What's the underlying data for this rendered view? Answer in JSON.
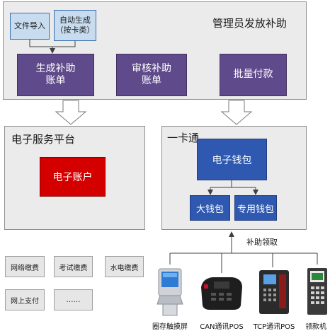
{
  "top_panel": {
    "title": "管理员发放补助",
    "file_import": "文件导入",
    "auto_generate_line1": "自动生成",
    "auto_generate_line2": "（按卡类）",
    "generate_line1": "生成补助",
    "generate_line2": "账单",
    "review_line1": "审核补助",
    "review_line2": "账单",
    "batch_pay": "批量付款"
  },
  "service_panel": {
    "title": "电子服务平台",
    "account": "电子账户"
  },
  "card_panel": {
    "title": "一卡通",
    "wallet": "电子钱包",
    "big_wallet": "大钱包",
    "special_wallet": "专用钱包"
  },
  "services": {
    "items": [
      "网络缴费",
      "考试缴费",
      "水电缴费",
      "网上支付",
      "……"
    ]
  },
  "subsidy_label": "补助领取",
  "devices": {
    "kiosk": "圈存触摸屏",
    "can_pos": "CAN通讯POS",
    "tcp_pos": "TCP通讯POS",
    "receiver": "领款机"
  },
  "colors": {
    "panel_bg": "#ebebeb",
    "purple": "#5f4a8b",
    "blue": "#2f59b0",
    "light_blue": "#c8dcf0",
    "red": "#d40000"
  }
}
